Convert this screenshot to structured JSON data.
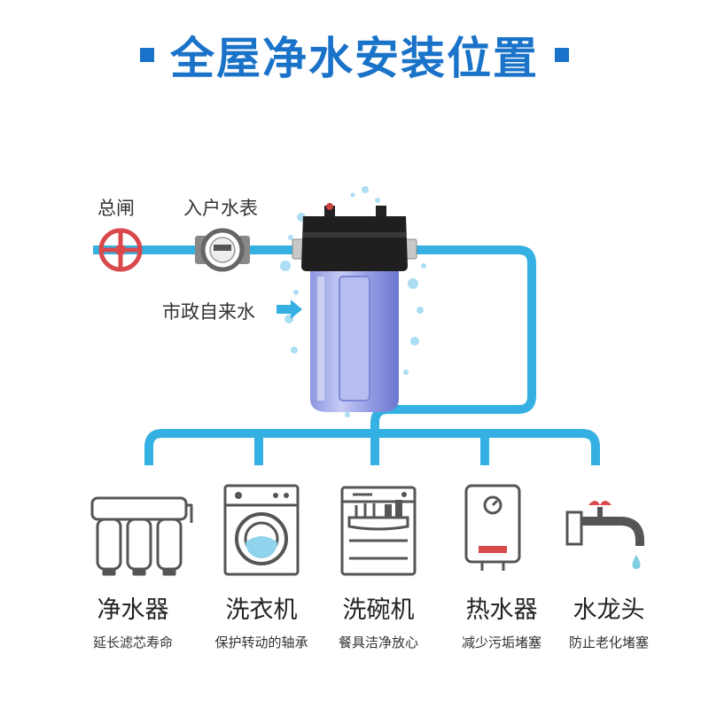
{
  "title": "全屋净水安装位置",
  "colors": {
    "accent": "#1a73c8",
    "pipe": "#35b0e2",
    "valve": "#d9484b",
    "icon": "#555555",
    "filter_cap": "#222222",
    "filter_bowl": "#9aa3e6"
  },
  "labels": {
    "main_valve": "总闸",
    "water_meter": "入户水表",
    "municipal_water": "市政自来水"
  },
  "appliances": [
    {
      "icon": "ro-purifier-icon",
      "name": "净水器",
      "desc": "延长滤芯寿命"
    },
    {
      "icon": "washing-machine-icon",
      "name": "洗衣机",
      "desc": "保护转动的轴承"
    },
    {
      "icon": "dishwasher-icon",
      "name": "洗碗机",
      "desc": "餐具洁净放心"
    },
    {
      "icon": "water-heater-icon",
      "name": "热水器",
      "desc": "减少污垢堵塞"
    },
    {
      "icon": "faucet-icon",
      "name": "水龙头",
      "desc": "防止老化堵塞"
    }
  ]
}
